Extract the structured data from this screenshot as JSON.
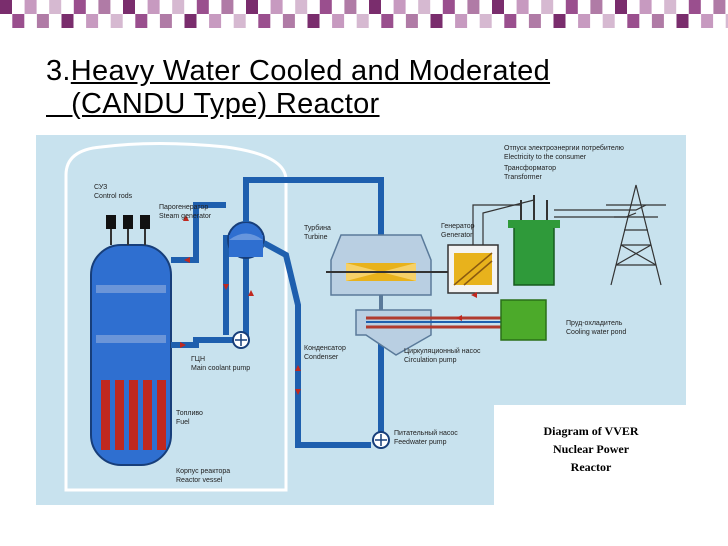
{
  "slide": {
    "number": "3.",
    "title_line1": "Heavy Water Cooled and Moderated ",
    "title_line2": "   (CANDU Type) Reactor"
  },
  "diagram": {
    "caption": [
      "Diagram of VVER",
      "Nuclear Power",
      "Reactor"
    ],
    "labels": {
      "control_rods_ru": "СУЗ",
      "control_rods": "Control rods",
      "steam_gen_ru": "Парогенератор",
      "steam_gen": "Steam generator",
      "turbine_ru": "Турбина",
      "turbine": "Turbine",
      "generator_ru": "Генератор",
      "generator": "Generator",
      "consumer_ru": "Отпуск электроэнергии потребителю",
      "consumer": "Electricity to the consumer",
      "transformer_ru": "Трансформатор",
      "transformer": "Transformer",
      "pond_ru": "Пруд-охладитель",
      "pond": "Cooling water pond",
      "mcp_ru": "ГЦН",
      "mcp": "Main coolant pump",
      "condenser_ru": "Конденсатор",
      "condenser": "Condenser",
      "circ_pump_ru": "Циркуляционный насос",
      "circ_pump": "Circulation pump",
      "fuel_ru": "Топливо",
      "fuel": "Fuel",
      "vessel_ru": "Корпус реактора",
      "vessel": "Reactor vessel",
      "feed_pump_ru": "Питательный насос",
      "feed_pump": "Feedwater pump"
    },
    "colors": {
      "background": "#c8e2ee",
      "water": "#2f6fd0",
      "pipe": "#1e5fae",
      "fuel": "#c0281f",
      "pond": "#4caa2a",
      "turbine": "#e8b21c"
    }
  },
  "decor": {
    "square_colors": [
      "#7a2d6d",
      "#9a4f8e",
      "#c79ac0",
      "#b07ba6",
      "#d6b9d1"
    ]
  }
}
